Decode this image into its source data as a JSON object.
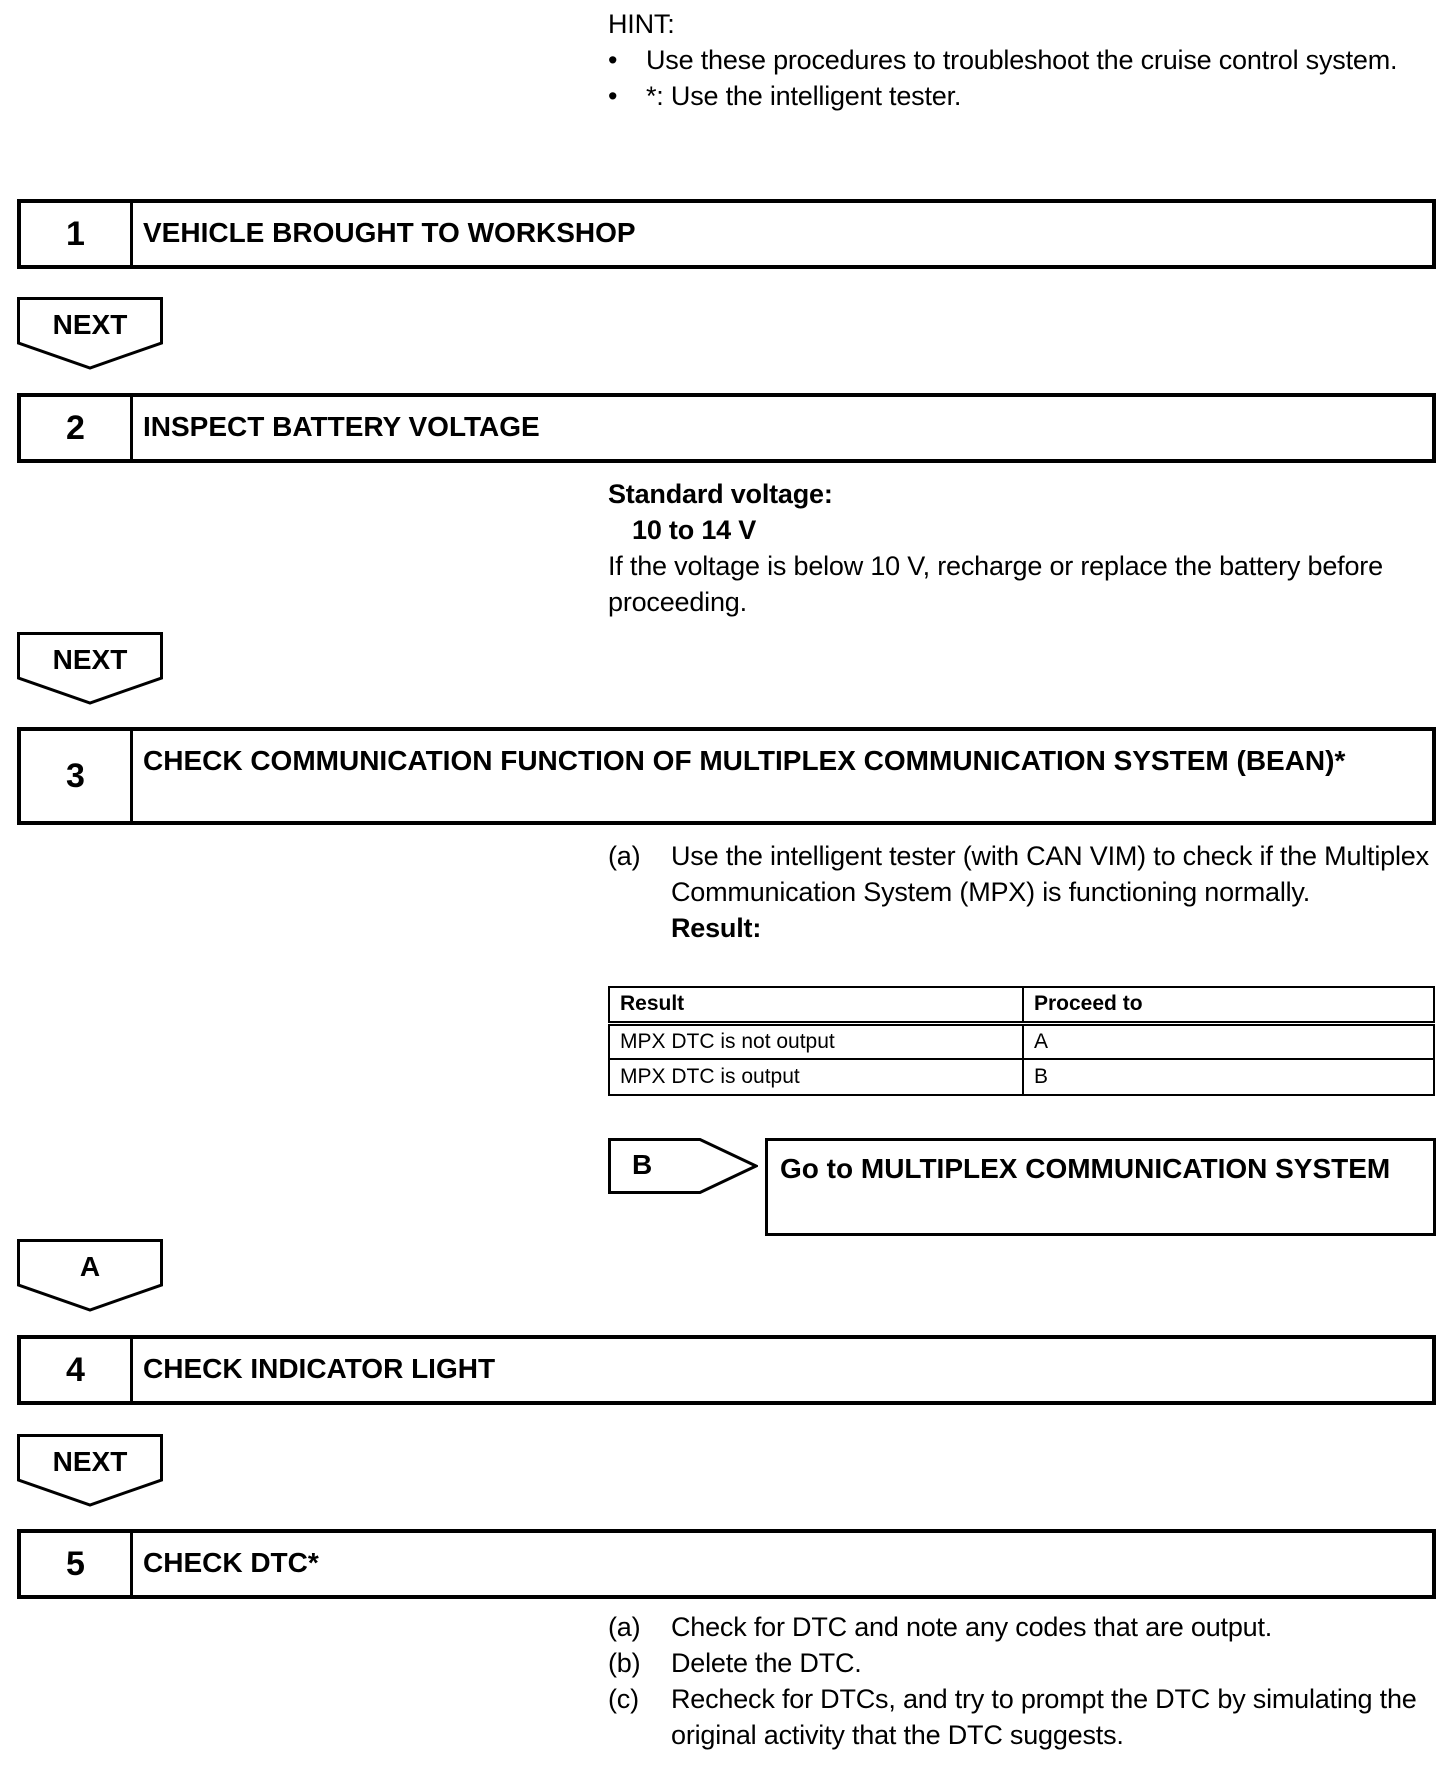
{
  "hint": {
    "label": "HINT:",
    "items": [
      "Use these procedures to troubleshoot the cruise control system.",
      "*: Use the intelligent tester."
    ]
  },
  "steps": [
    {
      "num": "1",
      "title": "VEHICLE BROUGHT TO WORKSHOP"
    },
    {
      "num": "2",
      "title": "INSPECT BATTERY VOLTAGE"
    },
    {
      "num": "3",
      "title": "CHECK COMMUNICATION FUNCTION OF MULTIPLEX COMMUNICATION SYSTEM (BEAN)*"
    },
    {
      "num": "4",
      "title": "CHECK INDICATOR LIGHT"
    },
    {
      "num": "5",
      "title": "CHECK DTC*"
    }
  ],
  "arrows": {
    "next": "NEXT",
    "a": "A",
    "b": "B"
  },
  "step2": {
    "std_label": "Standard voltage:",
    "std_value": "10 to 14 V",
    "note": "If the voltage is below 10 V, recharge or replace the battery before proceeding."
  },
  "step3": {
    "a_label": "(a)",
    "a_text": "Use the intelligent tester (with CAN VIM) to check if the Multiplex Communication System (MPX) is functioning normally.",
    "result_label": "Result:",
    "table": {
      "headers": [
        "Result",
        "Proceed to"
      ],
      "rows": [
        [
          "MPX DTC is not output",
          "A"
        ],
        [
          "MPX DTC is output",
          "B"
        ]
      ]
    },
    "goto": "Go to MULTIPLEX COMMUNICATION SYSTEM"
  },
  "step5": {
    "items": [
      {
        "label": "(a)",
        "text": "Check for DTC and note any codes that are output."
      },
      {
        "label": "(b)",
        "text": "Delete the DTC."
      },
      {
        "label": "(c)",
        "text": "Recheck for DTCs, and try to prompt the DTC by simulating the original activity that the DTC suggests."
      }
    ]
  }
}
